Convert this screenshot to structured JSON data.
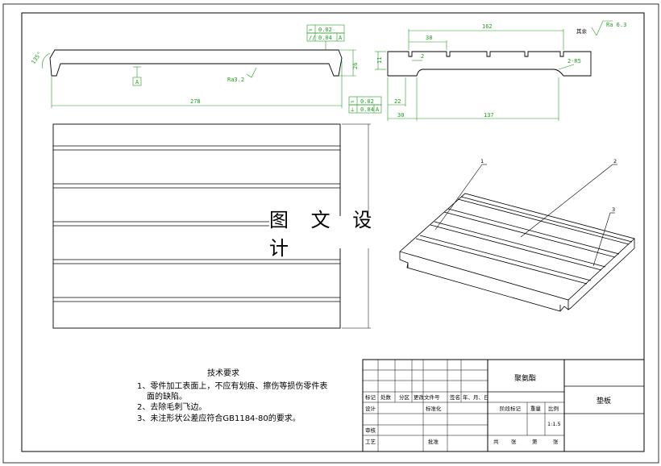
{
  "watermark": "图 文 设 计",
  "tech_req": {
    "title": "技术要求",
    "items": [
      "1、零件加工表面上，不应有划痕、擦伤等损伤零件表",
      "面的缺陷。",
      "2、去除毛刺飞边。",
      "3、未注形状公差应符合GB1184-80的要求。"
    ]
  },
  "title_block": {
    "material": "聚氨酯",
    "part_name": "垫板",
    "scale": "1:1.5",
    "labels": {
      "mark": "标记",
      "count": "处数",
      "zone": "分区",
      "change_doc": "更改文件号",
      "sign": "签名",
      "date": "年、月、日",
      "design": "设计",
      "standardize": "标准化",
      "stage_mark": "阶段标记",
      "weight": "重量",
      "scale_label": "比例",
      "review": "审核",
      "process": "工艺",
      "approve": "批准",
      "total": "共",
      "sheets": "张",
      "sheet_no": "第",
      "sheet_suffix": "张"
    }
  },
  "dimensions": {
    "front_length": "278",
    "front_angle": "135°",
    "front_height": "26",
    "ra_front": "Ra3.2",
    "datum": "A",
    "tol_top_flat": "0.02",
    "tol_top_par": "0.04",
    "tol_top_par_datum": "A",
    "tol_bot_flat": "0.02",
    "tol_bot_perp": "0.04",
    "tol_bot_perp_datum": "A",
    "side_total": "162",
    "side_slot_pitch": "38",
    "side_slot_depth": "2",
    "side_h": "11",
    "side_r": "2-R5",
    "side_22": "22",
    "side_30": "30",
    "side_137": "137",
    "rest_label": "其余",
    "rest_ra": "Ra 6.3"
  },
  "balloons": [
    "1",
    "2",
    "3"
  ]
}
